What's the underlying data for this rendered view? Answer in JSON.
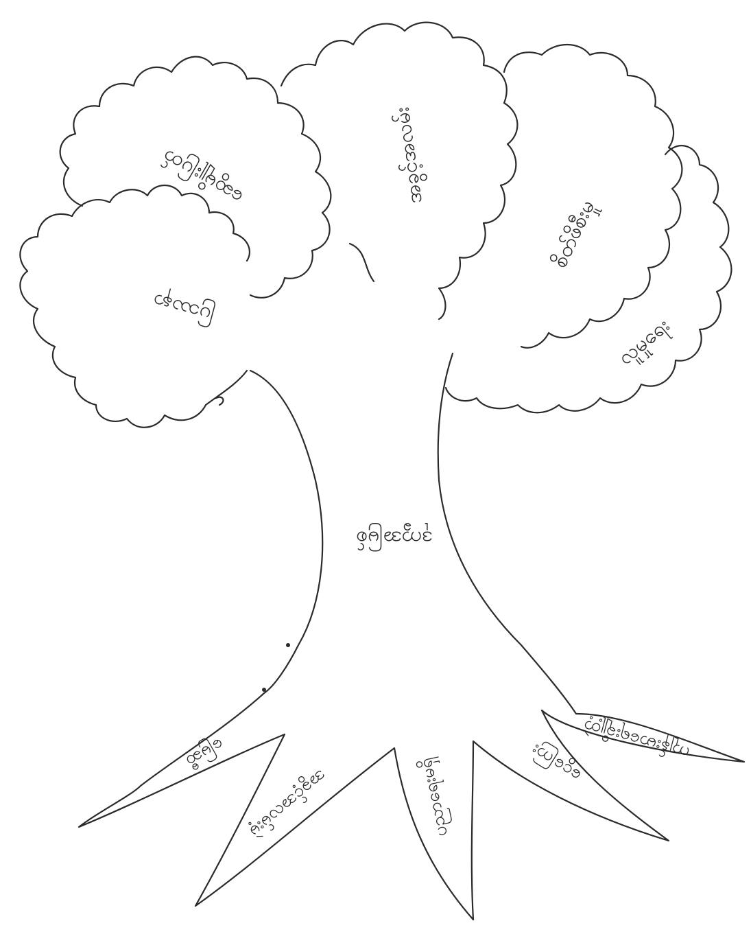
{
  "diagram": {
    "ink_color": "#2b2b2b",
    "background": "#ffffff",
    "trunk": {
      "label": "ဒုက္ခအမြစ်"
    },
    "leaves": [
      {
        "id": "leaf-left",
        "label": "ပြဿနာ"
      },
      {
        "id": "leaf-upper-left",
        "label": "ဆွေမျိုးပြတ်"
      },
      {
        "id": "leaf-top",
        "label": "အခွင့်အလမ်း"
      },
      {
        "id": "leaf-right",
        "label": "စိတ်ဖိစီးမှု"
      },
      {
        "id": "leaf-right-back",
        "label": "လူမှုရေး"
      }
    ],
    "roots": [
      {
        "id": "root-1",
        "label": "မြေဆီ"
      },
      {
        "id": "root-2",
        "label": "အခွင့်အလမ်းမဲ့"
      },
      {
        "id": "root-3",
        "label": "ပညာရေးမရှိ"
      },
      {
        "id": "root-4",
        "label": "ငွေကြေး"
      },
      {
        "id": "root-5",
        "label": "ကျန်းမာရေးချို့တဲ့"
      }
    ]
  }
}
